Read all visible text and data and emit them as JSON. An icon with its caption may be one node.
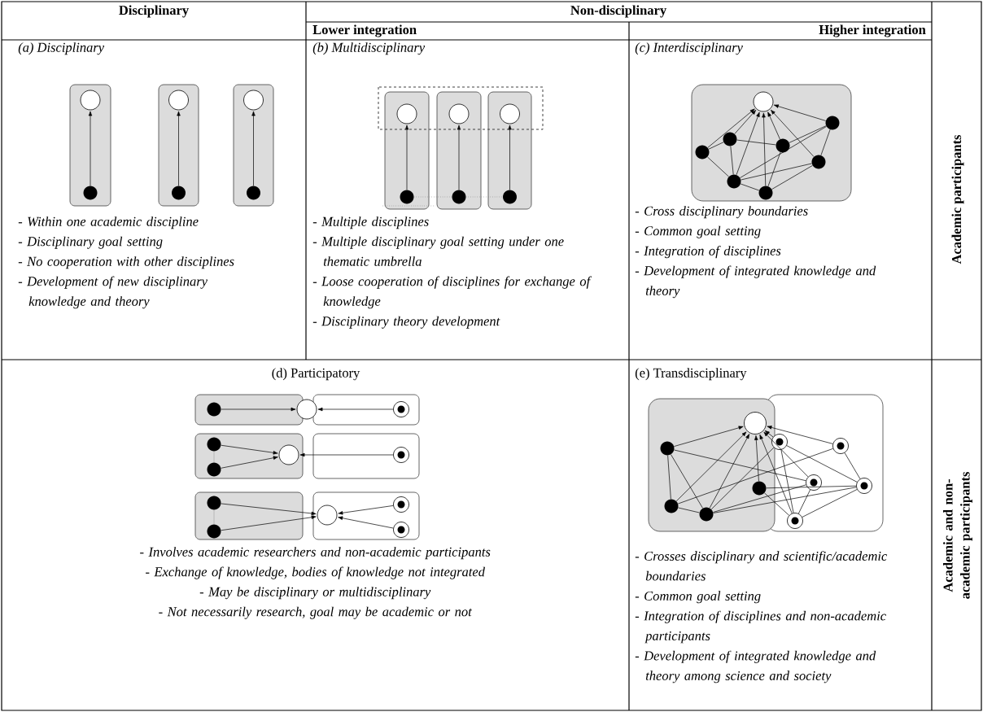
{
  "diagram": {
    "labels": [
      "Disciplinary",
      "Non-disciplinary",
      "Lower integration",
      "Higher integration",
      "(a) Disciplinary",
      "- Within one academic discipline",
      "- Disciplinary goal setting",
      "- No cooperation with other disciplines",
      "- Development of new disciplinary knowledge and theory",
      "(b) Multidisciplinary",
      "- Multiple disciplines",
      "- Multiple disciplinary goal setting under one thematic umbrella",
      "- Loose cooperation of disciplines for exchange of knowledge",
      "- Disciplinary theory development",
      "(c) Interdisciplinary",
      "- Cross disciplinary boundaries",
      "- Common goal setting",
      "- Integration of disciplines",
      "- Development of integrated knowledge and theory",
      "Academic participants",
      "(d) Participatory",
      "- Involves academic researchers and non-academic participants",
      "- Exchange of knowledge, bodies of knowledge not integrated",
      "- May be disciplinary or multidisciplinary",
      "- Not necessarily research, goal may be academic or not",
      "(e) Transdisciplinary",
      "- Crosses disciplinary and scientific/academic boundaries",
      "- Common goal setting",
      "- Integration of disciplines and non-academic participants",
      "- Development of integrated knowledge and theory among science and society",
      "Academic and non-academic participants"
    ]
  }
}
